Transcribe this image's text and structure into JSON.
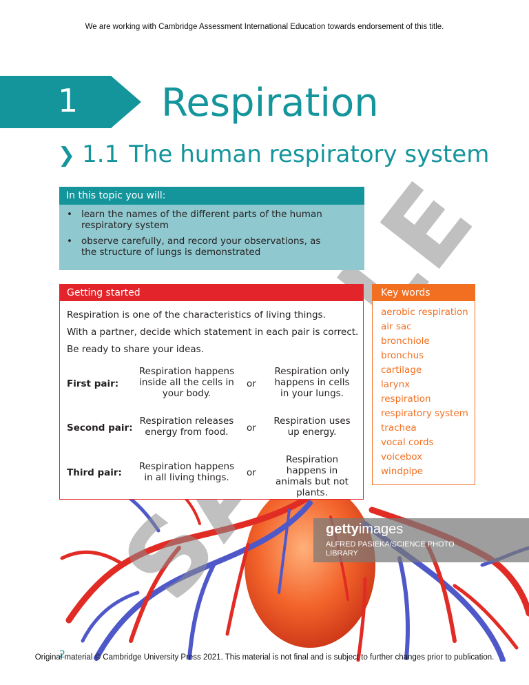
{
  "header_notice": "We are working with Cambridge Assessment International Education towards endorsement of this title.",
  "chapter": {
    "number": "1",
    "title": "Respiration"
  },
  "section": {
    "number": "1.1",
    "title": "The human respiratory system"
  },
  "topic_box": {
    "heading": "In this topic you will:",
    "items": [
      "learn the names of the different parts of the human respiratory system",
      "observe carefully, and record your observations, as the structure of lungs is demonstrated"
    ]
  },
  "getting_started": {
    "heading": "Getting started",
    "intro": [
      "Respiration is one of the characteristics of living things.",
      "With a partner, decide which statement in each pair is correct.",
      "Be ready to share your ideas."
    ],
    "or_label": "or",
    "pairs": [
      {
        "label": "First pair:",
        "a": "Respiration happens inside all the cells in your body.",
        "b": "Respiration only happens in cells in your lungs."
      },
      {
        "label": "Second pair:",
        "a": "Respiration releases energy from food.",
        "b": "Respiration uses up energy."
      },
      {
        "label": "Third pair:",
        "a": "Respiration happens in all living things.",
        "b": "Respiration happens in animals but not plants."
      }
    ]
  },
  "key_words": {
    "heading": "Key words",
    "items": [
      "aerobic respiration",
      "air sac",
      "bronchiole",
      "bronchus",
      "cartilage",
      "larynx",
      "respiration",
      "respiratory system",
      "trachea",
      "vocal cords",
      "voicebox",
      "windpipe"
    ]
  },
  "watermark": "SAMPLE",
  "image_credit": {
    "logo_bold": "getty",
    "logo_light": "images",
    "credit": "ALFRED PASIEKA/SCIENCE PHOTO LIBRARY"
  },
  "page_number": "2",
  "footer_notice": "Original material © Cambridge University Press 2021. This material is not final and is subject to further changes prior to publication.",
  "colors": {
    "teal": "#14959c",
    "red": "#e3242b",
    "orange": "#f26f21"
  }
}
